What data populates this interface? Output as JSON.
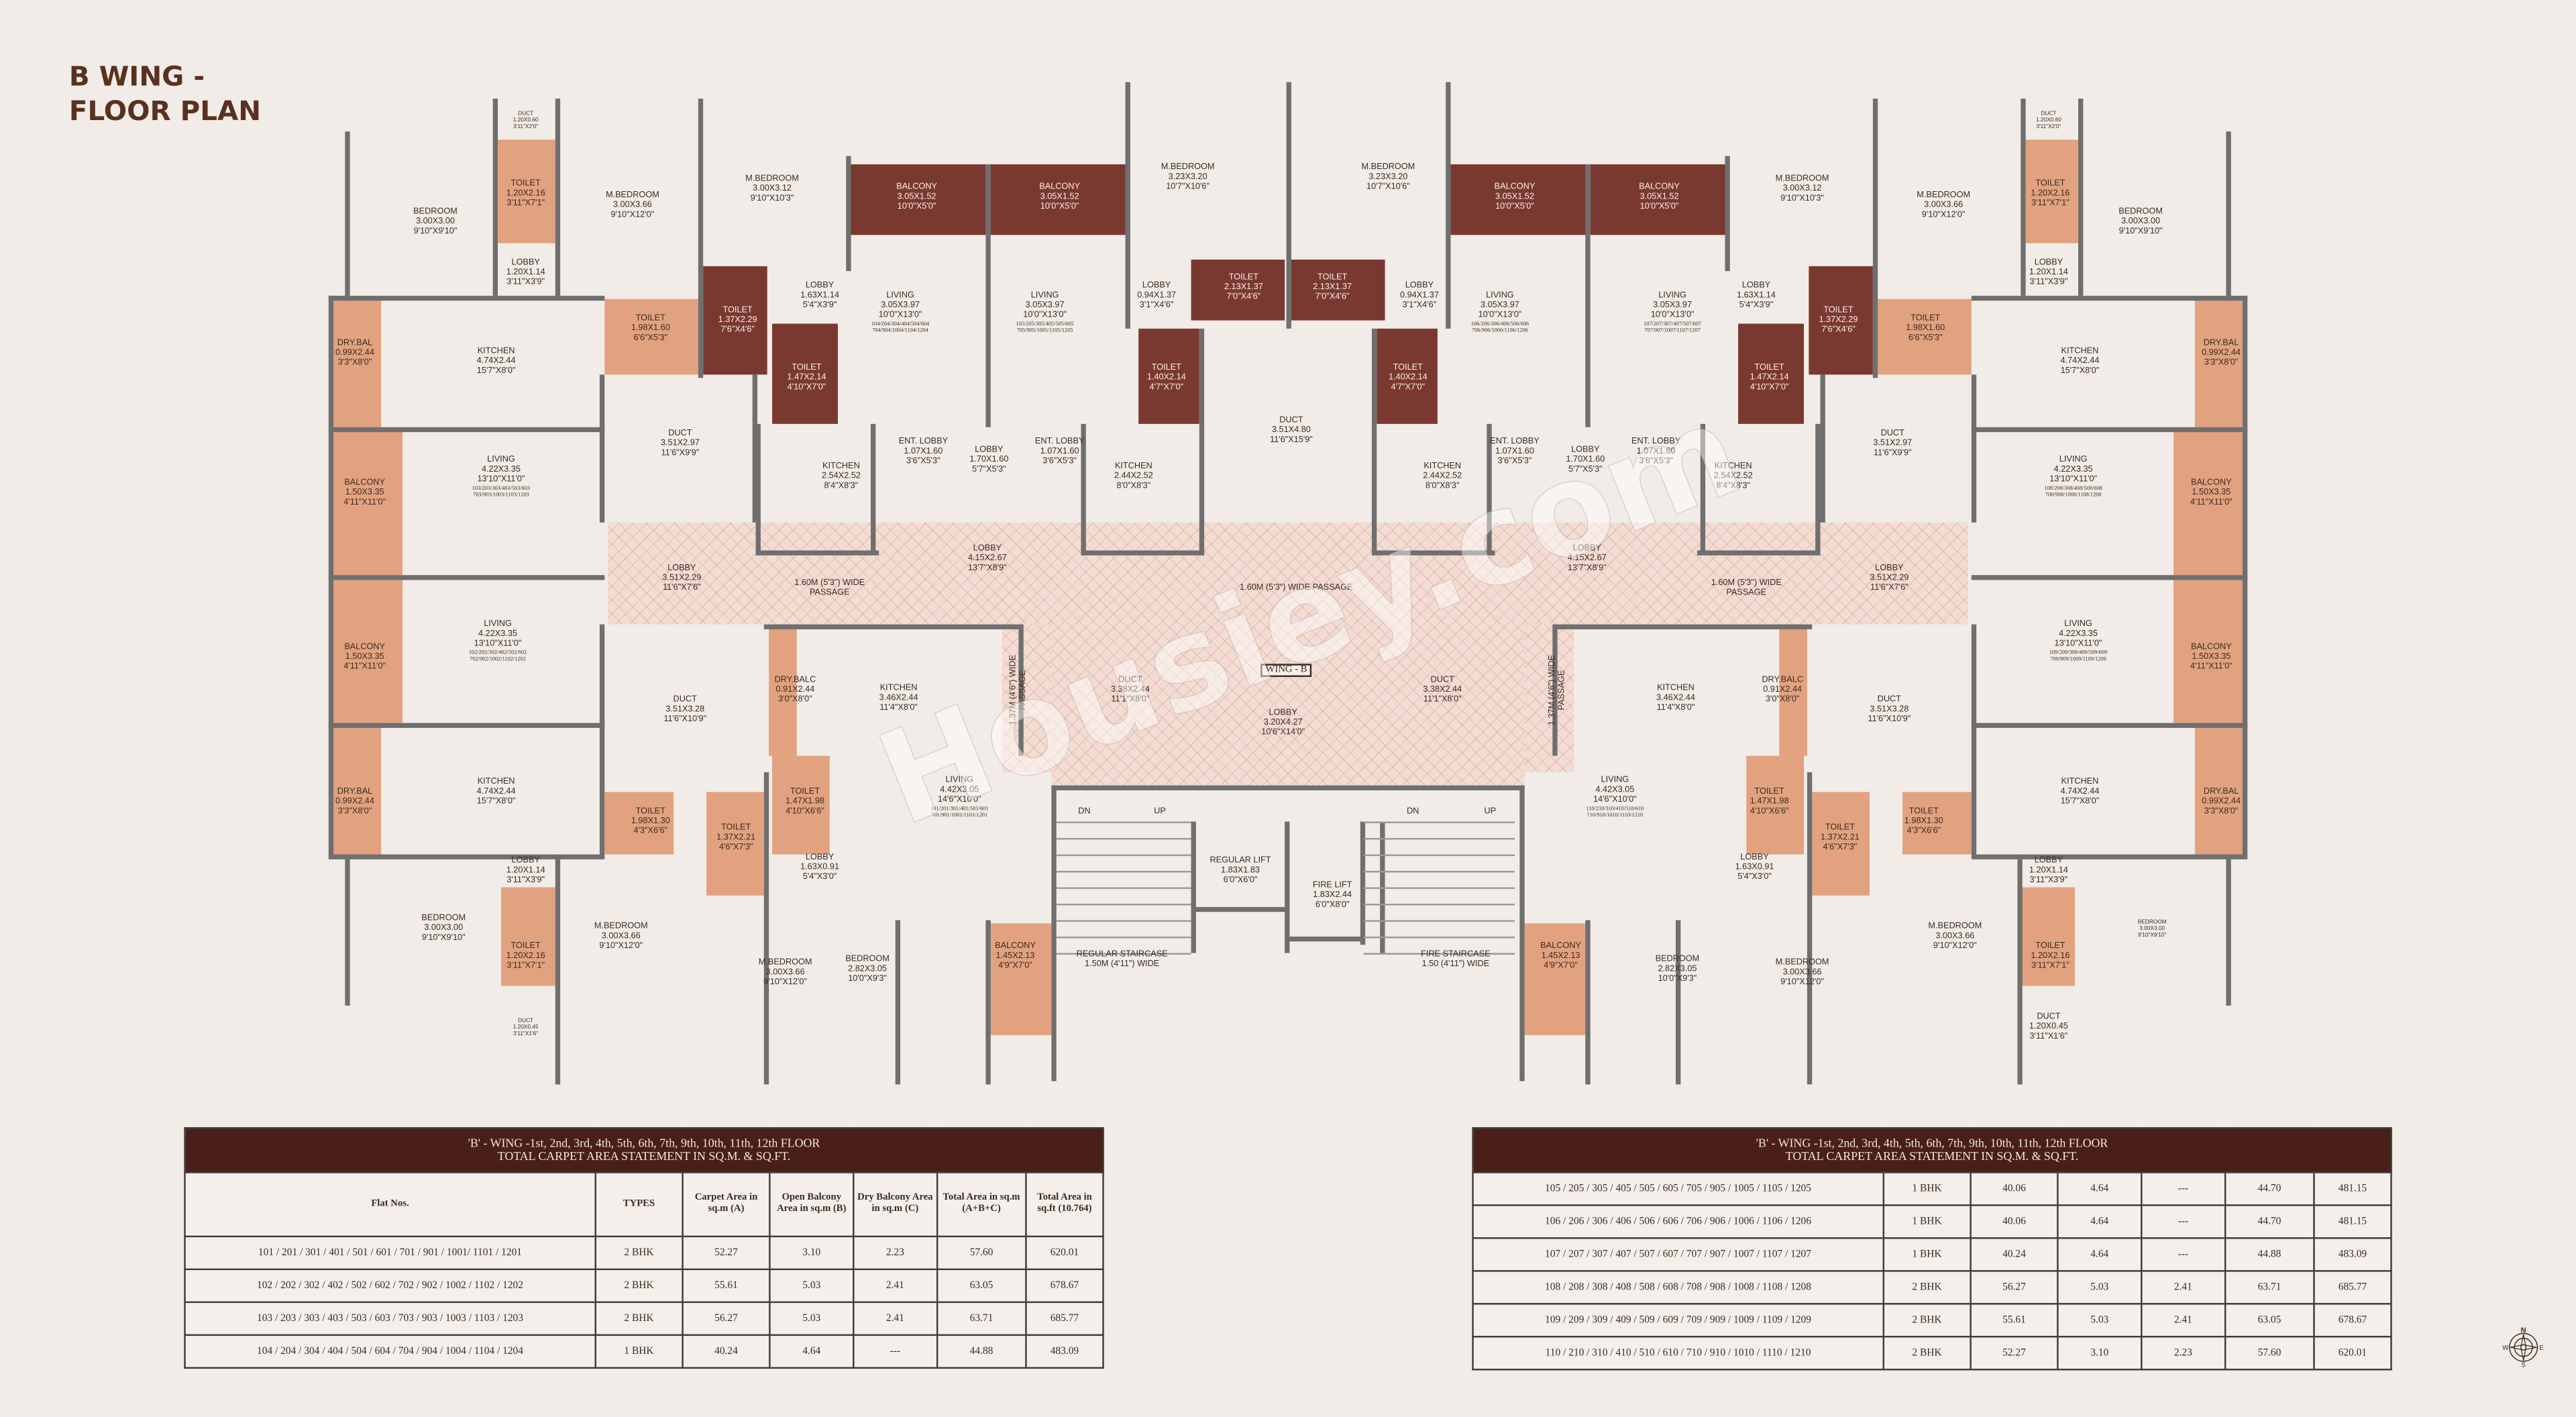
{
  "title": {
    "line1": "B WING -",
    "line2": "FLOOR PLAN"
  },
  "colors": {
    "dark_room": "#7a3930",
    "light_room": "#e2a27f",
    "wall": "#6f6f6f",
    "passage": "#f3dcd3",
    "table_header": "#4a1f17",
    "title": "#5a311f"
  },
  "watermark": "Housiey.com",
  "plan": {
    "wing_label": "WING - B",
    "passages": [
      {
        "text": "1.60M (5'3\") WIDE",
        "text2": "PASSAGE"
      },
      {
        "text": "1.60M (5'3\") WIDE PASSAGE",
        "text2": ""
      },
      {
        "text": "1.60M (5'3\") WIDE",
        "text2": "PASSAGE"
      },
      {
        "text": "1.37M (4'6\") WIDE",
        "text2": "PASSAGE"
      },
      {
        "text": "1.37M (4'6\") WIDE",
        "text2": "PASSAGE"
      }
    ],
    "stairs": [
      {
        "name": "REGULAR STAIRCASE",
        "width": "1.50M (4'11\") WIDE",
        "dn": "DN",
        "up": "UP"
      },
      {
        "name": "FIRE STAIRCASE",
        "width": "1.50 (4'11\") WIDE",
        "dn": "DN",
        "up": "UP"
      }
    ],
    "rooms": [
      {
        "name": "BEDROOM",
        "m": "3.00X3.00",
        "ft": "9'10\"X9'10\""
      },
      {
        "name": "DUCT",
        "m": "1.20X0.60",
        "ft": "3'11\"X2'0\""
      },
      {
        "name": "TOILET",
        "m": "1.20X2.16",
        "ft": "3'11\"X7'1\""
      },
      {
        "name": "LOBBY",
        "m": "1.20X1.14",
        "ft": "3'11\"X3'9\""
      },
      {
        "name": "M.BEDROOM",
        "m": "3.00X3.66",
        "ft": "9'10\"X12'0\""
      },
      {
        "name": "M.BEDROOM",
        "m": "3.00X3.12",
        "ft": "9'10\"X10'3\""
      },
      {
        "name": "BALCONY",
        "m": "3.05X1.52",
        "ft": "10'0\"X5'0\""
      },
      {
        "name": "DRY.BAL",
        "m": "0.99X2.44",
        "ft": "3'3\"X8'0\""
      },
      {
        "name": "KITCHEN",
        "m": "4.74X2.44",
        "ft": "15'7\"X8'0\""
      },
      {
        "name": "TOILET",
        "m": "1.98X1.60",
        "ft": "6'6\"X5'3\""
      },
      {
        "name": "TOILET",
        "m": "1.37X2.29",
        "ft": "7'6\"X4'6\""
      },
      {
        "name": "LOBBY",
        "m": "1.63X1.14",
        "ft": "5'4\"X3'9\""
      },
      {
        "name": "TOILET",
        "m": "1.47X2.14",
        "ft": "4'10\"X7'0\""
      },
      {
        "name": "LIVING",
        "m": "3.05X3.97",
        "ft": "10'0\"X13'0\"",
        "flats1": "104/204/304/404/504/604",
        "flats2": "704/904/1004/1104/1204"
      },
      {
        "name": "BALCONY",
        "m": "1.50X3.35",
        "ft": "4'11\"X11'0\""
      },
      {
        "name": "LIVING",
        "m": "4.22X3.35",
        "ft": "13'10\"X11'0\"",
        "flats1": "103/203/303/403/503/603",
        "flats2": "703/903/1003/1103/1203"
      },
      {
        "name": "DUCT",
        "m": "3.51X2.97",
        "ft": "11'6\"X9'9\""
      },
      {
        "name": "KITCHEN",
        "m": "2.54X2.52",
        "ft": "8'4\"X8'3\""
      },
      {
        "name": "ENT. LOBBY",
        "m": "1.07X1.60",
        "ft": "3'6\"X5'3\""
      },
      {
        "name": "LOBBY",
        "m": "1.70X1.60",
        "ft": "5'7\"X5'3\""
      },
      {
        "name": "ENT. LOBBY",
        "m": "1.07X1.60",
        "ft": "3'6\"X5'3\""
      },
      {
        "name": "LIVING",
        "m": "3.05X3.97",
        "ft": "10'0\"X13'0\"",
        "flats1": "105/205/305/405/505/605",
        "flats2": "705/905/1005/1105/1205"
      },
      {
        "name": "BALCONY",
        "m": "3.05X1.52",
        "ft": "10'0\"X5'0\""
      },
      {
        "name": "M.BEDROOM",
        "m": "3.23X3.20",
        "ft": "10'7\"X10'6\""
      },
      {
        "name": "LOBBY",
        "m": "0.94X1.37",
        "ft": "3'1\"X4'6\""
      },
      {
        "name": "TOILET",
        "m": "2.13X1.37",
        "ft": "7'0\"X4'6\""
      },
      {
        "name": "TOILET",
        "m": "1.40X2.14",
        "ft": "4'7\"X7'0\""
      },
      {
        "name": "KITCHEN",
        "m": "2.44X2.52",
        "ft": "8'0\"X8'3\""
      },
      {
        "name": "DUCT",
        "m": "3.51X4.80",
        "ft": "11'6\"X15'9\""
      },
      {
        "name": "M.BEDROOM",
        "m": "3.23X3.20",
        "ft": "10'7\"X10'6\""
      },
      {
        "name": "TOILET",
        "m": "2.13X1.37",
        "ft": "7'0\"X4'6\""
      },
      {
        "name": "LOBBY",
        "m": "0.94X1.37",
        "ft": "3'1\"X4'6\""
      },
      {
        "name": "TOILET",
        "m": "1.40X2.14",
        "ft": "4'7\"X7'0\""
      },
      {
        "name": "KITCHEN",
        "m": "2.44X2.52",
        "ft": "8'0\"X8'3\""
      },
      {
        "name": "BALCONY",
        "m": "3.05X1.52",
        "ft": "10'0\"X5'0\""
      },
      {
        "name": "LIVING",
        "m": "3.05X3.97",
        "ft": "10'0\"X13'0\"",
        "flats1": "106/206/306/406/506/606",
        "flats2": "706/906/1006/1106/1206"
      },
      {
        "name": "ENT. LOBBY",
        "m": "1.07X1.60",
        "ft": "3'6\"X5'3\""
      },
      {
        "name": "LOBBY",
        "m": "1.70X1.60",
        "ft": "5'7\"X5'3\""
      },
      {
        "name": "ENT. LOBBY",
        "m": "1.07X1.60",
        "ft": "3'6\"X5'3\""
      },
      {
        "name": "BALCONY",
        "m": "3.05X1.52",
        "ft": "10'0\"X5'0\""
      },
      {
        "name": "LIVING",
        "m": "3.05X3.97",
        "ft": "10'0\"X13'0\"",
        "flats1": "107/207/307/407/507/607",
        "flats2": "707/907/1007/1107/1207"
      },
      {
        "name": "KITCHEN",
        "m": "2.54X2.52",
        "ft": "8'4\"X8'3\""
      },
      {
        "name": "LOBBY",
        "m": "1.63X1.14",
        "ft": "5'4\"X3'9\""
      },
      {
        "name": "TOILET",
        "m": "1.47X2.14",
        "ft": "4'10\"X7'0\""
      },
      {
        "name": "TOILET",
        "m": "1.37X2.29",
        "ft": "7'6\"X4'6\""
      },
      {
        "name": "M.BEDROOM",
        "m": "3.00X3.12",
        "ft": "9'10\"X10'3\""
      },
      {
        "name": "TOILET",
        "m": "1.98X1.60",
        "ft": "6'6\"X5'3\""
      },
      {
        "name": "M.BEDROOM",
        "m": "3.00X3.66",
        "ft": "9'10\"X12'0\""
      },
      {
        "name": "DUCT",
        "m": "3.51X2.97",
        "ft": "11'6\"X9'9\""
      },
      {
        "name": "DUCT",
        "m": "1.20X0.60",
        "ft": "3'11\"X2'0\""
      },
      {
        "name": "TOILET",
        "m": "1.20X2.16",
        "ft": "3'11\"X7'1\""
      },
      {
        "name": "LOBBY",
        "m": "1.20X1.14",
        "ft": "3'11\"X3'9\""
      },
      {
        "name": "BEDROOM",
        "m": "3.00X3.00",
        "ft": "9'10\"X9'10\""
      },
      {
        "name": "KITCHEN",
        "m": "4.74X2.44",
        "ft": "15'7\"X8'0\""
      },
      {
        "name": "DRY.BAL",
        "m": "0.99X2.44",
        "ft": "3'3\"X8'0\""
      },
      {
        "name": "LIVING",
        "m": "4.22X3.35",
        "ft": "13'10\"X11'0\"",
        "flats1": "108/208/308/408/508/608",
        "flats2": "708/908/1008/1108/1208"
      },
      {
        "name": "BALCONY",
        "m": "1.50X3.35",
        "ft": "4'11\"X11'0\""
      },
      {
        "name": "LOBBY",
        "m": "3.51X2.29",
        "ft": "11'6\"X7'6\""
      },
      {
        "name": "LOBBY",
        "m": "4.15X2.67",
        "ft": "13'7\"X8'9\""
      },
      {
        "name": "LOBBY",
        "m": "4.15X2.67",
        "ft": "13'7\"X8'9\""
      },
      {
        "name": "LOBBY",
        "m": "3.51X2.29",
        "ft": "11'6\"X7'6\""
      },
      {
        "name": "LIVING",
        "m": "4.22X3.35",
        "ft": "13'10\"X11'0\"",
        "flats1": "102/202/302/402/502/602",
        "flats2": "702/902/1002/1102/1202"
      },
      {
        "name": "BALCONY",
        "m": "1.50X3.35",
        "ft": "4'11\"X11'0\""
      },
      {
        "name": "DUCT",
        "m": "3.51X3.28",
        "ft": "11'6\"X10'9\""
      },
      {
        "name": "DRY.BAL",
        "m": "0.99X2.44",
        "ft": "3'3\"X8'0\""
      },
      {
        "name": "KITCHEN",
        "m": "4.74X2.44",
        "ft": "15'7\"X8'0\""
      },
      {
        "name": "TOILET",
        "m": "1.98X1.30",
        "ft": "4'3\"X6'6\""
      },
      {
        "name": "TOILET",
        "m": "1.37X2.21",
        "ft": "4'6\"X7'3\""
      },
      {
        "name": "DRY.BALC",
        "m": "0.91X2.44",
        "ft": "3'0\"X8'0\""
      },
      {
        "name": "KITCHEN",
        "m": "3.46X2.44",
        "ft": "11'4\"X8'0\""
      },
      {
        "name": "TOILET",
        "m": "1.47X1.98",
        "ft": "4'10\"X6'6\""
      },
      {
        "name": "LIVING",
        "m": "4.42X3.05",
        "ft": "14'6\"X10'0\"",
        "flats1": "101/201/301/401/501/601",
        "flats2": "701/901/1001/1101/1201"
      },
      {
        "name": "LOBBY",
        "m": "1.63X0.91",
        "ft": "5'4\"X3'0\""
      },
      {
        "name": "LOBBY",
        "m": "1.20X1.14",
        "ft": "3'11\"X3'9\""
      },
      {
        "name": "BEDROOM",
        "m": "3.00X3.00",
        "ft": "9'10\"X9'10\""
      },
      {
        "name": "TOILET",
        "m": "1.20X2.16",
        "ft": "3'11\"X7'1\""
      },
      {
        "name": "DUCT",
        "m": "1.20X0.45",
        "ft": "3'11\"X1'6\""
      },
      {
        "name": "M.BEDROOM",
        "m": "3.00X3.66",
        "ft": "9'10\"X12'0\""
      },
      {
        "name": "M.BEDROOM",
        "m": "3.00X3.66",
        "ft": "9'10\"X12'0\""
      },
      {
        "name": "BEDROOM",
        "m": "2.82X3.05",
        "ft": "10'0\"X9'3\""
      },
      {
        "name": "BALCONY",
        "m": "1.45X2.13",
        "ft": "4'9\"X7'0\""
      },
      {
        "name": "DUCT",
        "m": "3.38X2.44",
        "ft": "11'1\"X8'0\""
      },
      {
        "name": "LOBBY",
        "m": "3.20X4.27",
        "ft": "10'6\"X14'0\""
      },
      {
        "name": "DUCT",
        "m": "3.38X2.44",
        "ft": "11'1\"X8'0\""
      },
      {
        "name": "REGULAR LIFT",
        "m": "1.83X1.83",
        "ft": "6'0\"X6'0\""
      },
      {
        "name": "FIRE LIFT",
        "m": "1.83X2.44",
        "ft": "6'0\"X8'0\""
      },
      {
        "name": "BALCONY",
        "m": "1.45X2.13",
        "ft": "4'9\"X7'0\""
      },
      {
        "name": "LIVING",
        "m": "4.42X3.05",
        "ft": "14'6\"X10'0\"",
        "flats1": "110/210/310/410/510/610",
        "flats2": "710/910/1010/1110/1210"
      },
      {
        "name": "KITCHEN",
        "m": "3.46X2.44",
        "ft": "11'4\"X8'0\""
      },
      {
        "name": "DRY.BALC",
        "m": "0.91X2.44",
        "ft": "3'0\"X8'0\""
      },
      {
        "name": "TOILET",
        "m": "1.47X1.98",
        "ft": "4'10\"X6'6\""
      },
      {
        "name": "LOBBY",
        "m": "1.63X0.91",
        "ft": "5'4\"X3'0\""
      },
      {
        "name": "TOILET",
        "m": "1.37X2.21",
        "ft": "4'6\"X7'3\""
      },
      {
        "name": "TOILET",
        "m": "1.98X1.30",
        "ft": "4'3\"X6'6\""
      },
      {
        "name": "BEDROOM",
        "m": "2.82X3.05",
        "ft": "10'0\"X9'3\""
      },
      {
        "name": "M.BEDROOM",
        "m": "3.00X3.66",
        "ft": "9'10\"X12'0\""
      },
      {
        "name": "M.BEDROOM",
        "m": "3.00X3.66",
        "ft": "9'10\"X12'0\""
      },
      {
        "name": "DUCT",
        "m": "3.51X3.28",
        "ft": "11'6\"X10'9\""
      },
      {
        "name": "LOBBY",
        "m": "1.20X1.14",
        "ft": "3'11\"X3'9\""
      },
      {
        "name": "TOILET",
        "m": "1.20X2.16",
        "ft": "3'11\"X7'1\""
      },
      {
        "name": "DUCT",
        "m": "1.20X0.45",
        "ft": "3'11\"X1'6\""
      },
      {
        "name": "BEDROOM",
        "m": "3.00X3.00",
        "ft": "9'10\"X9'10\""
      },
      {
        "name": "LIVING",
        "m": "4.22X3.35",
        "ft": "13'10\"X11'0\"",
        "flats1": "109/209/309/409/509/609",
        "flats2": "709/909/1009/1109/1209"
      },
      {
        "name": "BALCONY",
        "m": "1.50X3.35",
        "ft": "4'11\"X11'0\""
      },
      {
        "name": "KITCHEN",
        "m": "4.74X2.44",
        "ft": "15'7\"X8'0\""
      },
      {
        "name": "DRY.BAL",
        "m": "0.99X2.44",
        "ft": "3'3\"X8'0\""
      }
    ]
  },
  "tables": [
    {
      "title1": "'B' - WING -1st, 2nd, 3rd, 4th, 5th, 6th, 7th, 9th, 10th, 11th, 12th  FLOOR",
      "title2": "TOTAL CARPET AREA STATEMENT IN  SQ.M. & SQ.FT.",
      "columns": [
        "Flat Nos.",
        "TYPES",
        "Carpet Area in sq.m (A)",
        "Open Balcony Area in sq.m (B)",
        "Dry Balcony Area in sq.m (C)",
        "Total Area in sq.m (A+B+C)",
        "Total Area in sq.ft (10.764)"
      ],
      "rows": [
        [
          "101 /  201 / 301 / 401 / 501 / 601 / 701 / 901 / 1001/ 1101 / 1201",
          "2 BHK",
          "52.27",
          "3.10",
          "2.23",
          "57.60",
          "620.01"
        ],
        [
          "102 /  202 / 302 / 402 / 502 / 602 / 702 / 902 / 1002 / 1102 / 1202",
          "2 BHK",
          "55.61",
          "5.03",
          "2.41",
          "63.05",
          "678.67"
        ],
        [
          "103 /  203 / 303 / 403 / 503 / 603 / 703 / 903 / 1003 / 1103 / 1203",
          "2 BHK",
          "56.27",
          "5.03",
          "2.41",
          "63.71",
          "685.77"
        ],
        [
          "104 /  204 / 304 / 404 / 504 / 604 / 704 / 904 / 1004 / 1104 / 1204",
          "1 BHK",
          "40.24",
          "4.64",
          "---",
          "44.88",
          "483.09"
        ]
      ]
    },
    {
      "title1": "'B' - WING -1st, 2nd, 3rd, 4th, 5th, 6th, 7th, 9th, 10th, 11th, 12th  FLOOR",
      "title2": "TOTAL CARPET AREA STATEMENT IN  SQ.M. & SQ.FT.",
      "rows": [
        [
          "105 /  205 / 305 / 405 / 505 / 605 / 705 / 905 / 1005 / 1105 / 1205",
          "1 BHK",
          "40.06",
          "4.64",
          "---",
          "44.70",
          "481.15"
        ],
        [
          "106 /  206 / 306 / 406 / 506 / 606 / 706 / 906 / 1006 / 1106 / 1206",
          "1 BHK",
          "40.06",
          "4.64",
          "---",
          "44.70",
          "481.15"
        ],
        [
          "107 /  207 / 307 / 407 / 507 / 607 / 707 / 907 / 1007 / 1107 / 1207",
          "1 BHK",
          "40.24",
          "4.64",
          "---",
          "44.88",
          "483.09"
        ],
        [
          "108 /  208 / 308 / 408 / 508 / 608 / 708 / 908 / 1008 / 1108 / 1208",
          "2 BHK",
          "56.27",
          "5.03",
          "2.41",
          "63.71",
          "685.77"
        ],
        [
          "109 /  209 / 309 / 409 / 509 / 609 / 709 / 909 / 1009 / 1109 / 1209",
          "2 BHK",
          "55.61",
          "5.03",
          "2.41",
          "63.05",
          "678.67"
        ],
        [
          "110 /  210 / 310 / 410 / 510 / 610 / 710 / 910 / 1010 / 1110 / 1210",
          "2 BHK",
          "52.27",
          "3.10",
          "2.23",
          "57.60",
          "620.01"
        ]
      ]
    }
  ],
  "compass": {
    "icon": "compass-rose-icon",
    "n": "N",
    "e": "E",
    "s": "S",
    "w": "W"
  }
}
